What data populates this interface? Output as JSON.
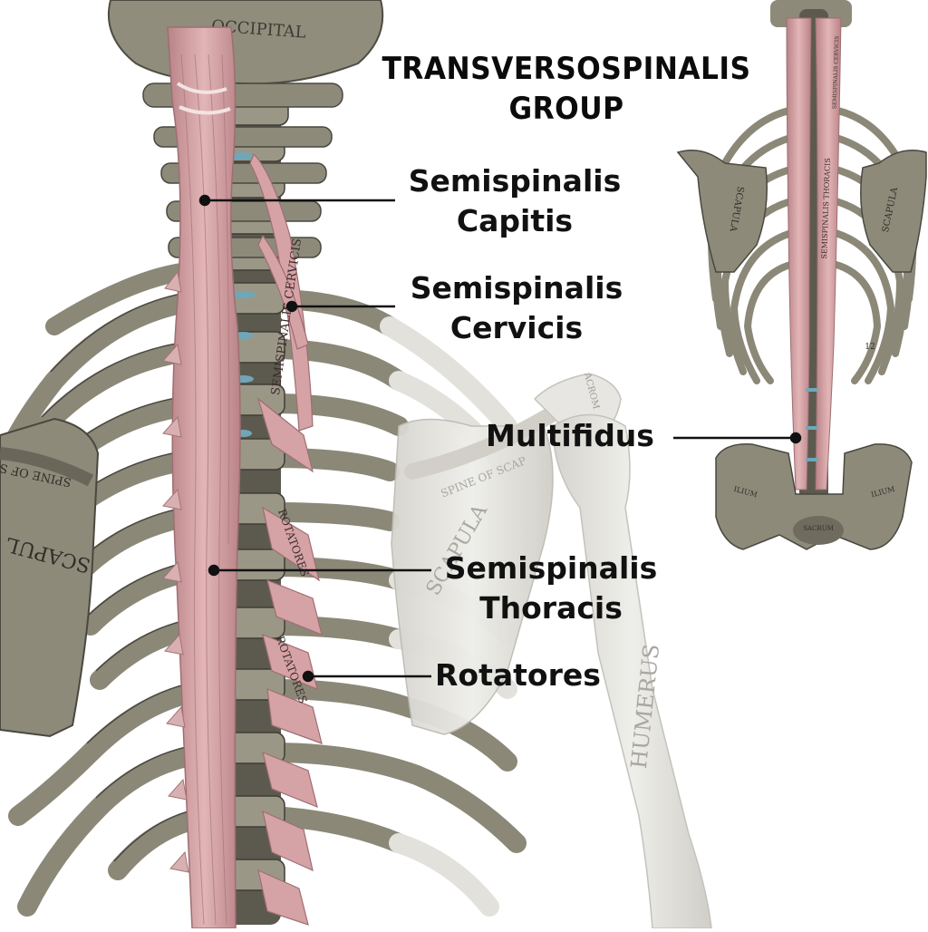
{
  "title": {
    "line1": "TRANSVERSOSPINALIS",
    "line2": "GROUP"
  },
  "labels": {
    "semispinalis_capitis": {
      "line1": "Semispinalis",
      "line2": "Capitis"
    },
    "semispinalis_cervicis": {
      "line1": "Semispinalis",
      "line2": "Cervicis"
    },
    "multifidus": {
      "line1": "Multifidus"
    },
    "semispinalis_thoracis": {
      "line1": "Semispinalis",
      "line2": "Thoracis"
    },
    "rotatores": {
      "line1": "Rotatores"
    }
  },
  "bone_text": {
    "occipital": "OCCIPITAL",
    "semispinalis_cervicis": "SEMISPINALIS CERVICIS",
    "rotatores_upper": "ROTATORES",
    "rotatores_lower": "ROTATORES",
    "spine_of_scapula_left": "SPINE OF S",
    "scapula_left": "SCAPUL",
    "spine_of_scapula_right": "SPINE OF SCAP",
    "scapula_right": "SCAPULA",
    "acromion": "ACROM",
    "humerus": "HUMERUS",
    "inset_scapula_left": "SCAPULA",
    "inset_scapula_right": "SCAPULA",
    "inset_semispinalis_thoracis": "SEMISPINALIS THORACIS",
    "inset_semispinalis_cervicis": "SEMISPINALIS CERVICIS",
    "inset_ilium_left": "ILIUM",
    "inset_ilium_right": "ILIUM",
    "inset_sacrum": "SACRUM",
    "inset_rib_number": "12"
  },
  "colors": {
    "bone": "#8b8878",
    "bone_dark": "#5f5c50",
    "muscle": "#d9a9ab",
    "muscle_dark": "#b67f83",
    "ghost_bone": "#e4e3df",
    "cartilage": "#6fa7b8",
    "leader": "#111111"
  }
}
